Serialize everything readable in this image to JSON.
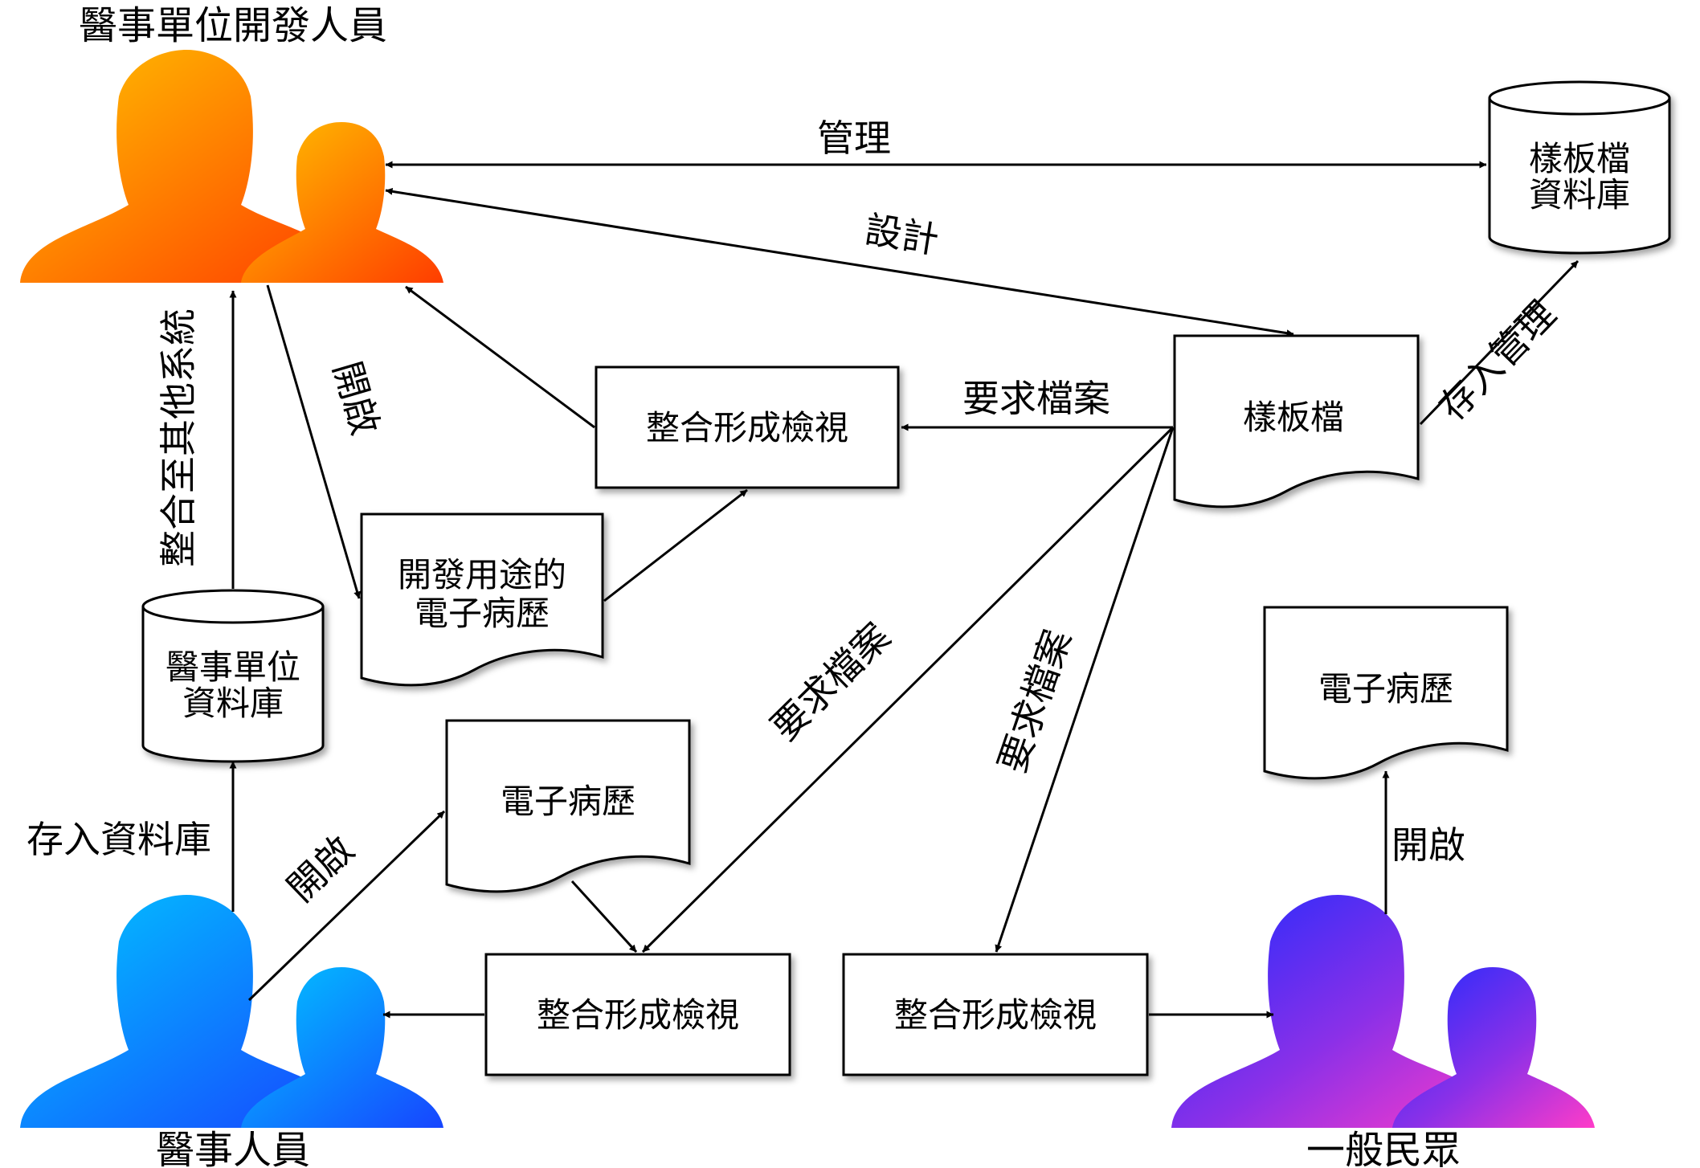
{
  "actors": {
    "developers": "醫事單位開發人員",
    "medical_staff": "醫事人員",
    "public": "一般民眾"
  },
  "nodes": {
    "template_db": [
      "樣板檔",
      "資料庫"
    ],
    "template_file": "樣板檔",
    "integrate_view_top": "整合形成檢視",
    "dev_emr": [
      "開發用途的",
      "電子病歷"
    ],
    "unit_db": [
      "醫事單位",
      "資料庫"
    ],
    "emr_mid": "電子病歷",
    "integrate_view_bottom_left": "整合形成檢視",
    "integrate_view_bottom_right": "整合形成檢視",
    "emr_right": "電子病歷"
  },
  "edges": {
    "manage": "管理",
    "design": "設計",
    "store_manage": "存入管理",
    "request_file_1": "要求檔案",
    "request_file_2": "要求檔案",
    "request_file_3": "要求檔案",
    "integrate_other": "整合至其他系統",
    "open_1": "開啟",
    "open_2": "開啟",
    "open_3": "開啟",
    "store_db": "存入資料庫"
  },
  "colors": {
    "developer_gradient": [
      "#ffc400",
      "#ff3d00"
    ],
    "staff_gradient": [
      "#00c8ff",
      "#1750ff"
    ],
    "public_gradient_top": [
      "#2020ff",
      "#8a2be2"
    ],
    "public_gradient_bottom": "#ff3cc8"
  }
}
